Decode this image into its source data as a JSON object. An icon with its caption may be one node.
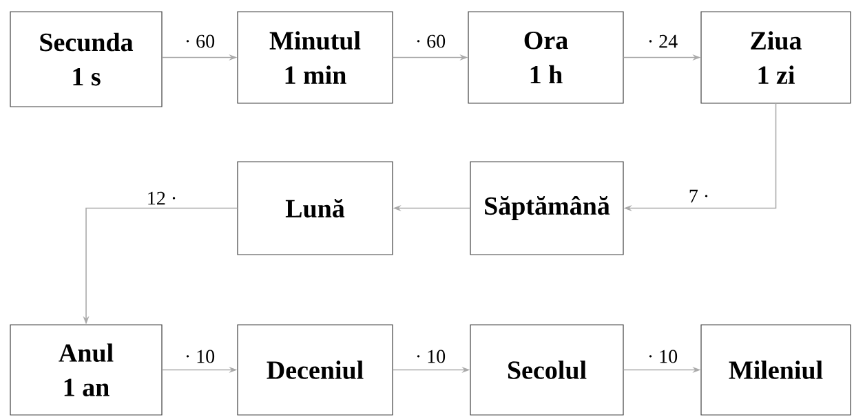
{
  "diagram": {
    "nodes": [
      {
        "text": [
          "Secunda",
          "1 s"
        ]
      },
      {
        "text": [
          "Minutul",
          "1 min"
        ]
      },
      {
        "text": [
          "Ora",
          "1 h"
        ]
      },
      {
        "text": [
          "Ziua",
          "1 zi"
        ]
      },
      {
        "text": [
          "Săptămână"
        ]
      },
      {
        "text": [
          "Lună"
        ]
      },
      {
        "text": [
          "Anul",
          "1 an"
        ]
      },
      {
        "text": [
          "Deceniul"
        ]
      },
      {
        "text": [
          "Secolul"
        ]
      },
      {
        "text": [
          "Mileniul"
        ]
      }
    ],
    "edges": [
      {
        "from": 0,
        "to": 1,
        "arrow": "to",
        "label": "· 60"
      },
      {
        "from": 1,
        "to": 2,
        "arrow": "to",
        "label": "· 60"
      },
      {
        "from": 2,
        "to": 3,
        "arrow": "to",
        "label": "· 24"
      },
      {
        "from": 3,
        "to": 4,
        "arrow": "to",
        "label": "7 ·"
      },
      {
        "from": 4,
        "to": 5,
        "arrow": "to"
      },
      {
        "from": 5,
        "to": 6,
        "arrow": "to",
        "label": "12 ·"
      },
      {
        "from": 6,
        "to": 7,
        "arrow": "to",
        "label": "· 10"
      },
      {
        "from": 7,
        "to": 8,
        "arrow": "to",
        "label": "· 10"
      },
      {
        "from": 8,
        "to": 9,
        "arrow": "to",
        "label": "· 10"
      }
    ]
  }
}
